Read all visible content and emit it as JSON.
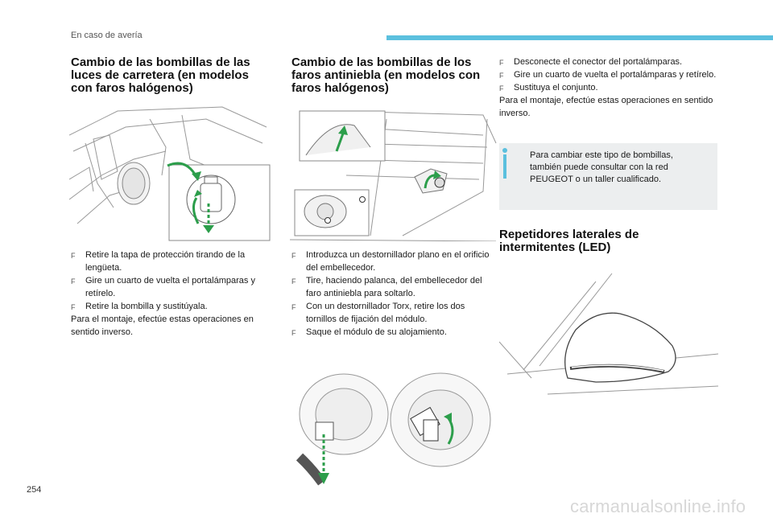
{
  "header": {
    "section": "En caso de avería",
    "accent_color": "#5bc0de"
  },
  "col1": {
    "title": "Cambio de las bombillas de las luces de carretera (en modelos con faros halógenos)",
    "steps": [
      "Retire la tapa de protección tirando de la lengüeta.",
      "Gire un cuarto de vuelta el portalámparas y retírelo.",
      "Retire la bombilla y sustitúyala."
    ],
    "note": "Para el montaje, efectúe estas operaciones en sentido inverso."
  },
  "col2": {
    "title": "Cambio de las bombillas de los faros antiniebla (en modelos con faros halógenos)",
    "steps": [
      "Introduzca un destornillador plano en el orificio del embellecedor.",
      "Tire, haciendo palanca, del embellecedor del faro antiniebla para soltarlo.",
      "Con un destornillador Torx, retire los dos tornillos de fijación del módulo.",
      "Saque el módulo de su alojamiento."
    ]
  },
  "col3": {
    "steps": [
      "Desconecte el conector del portalámparas.",
      "Gire un cuarto de vuelta el portalámparas y retírelo.",
      "Sustituya el conjunto."
    ],
    "note": "Para el montaje, efectúe estas operaciones en sentido inverso.",
    "info": "Para cambiar este tipo de bombillas, también puede consultar con la red PEUGEOT o un taller cualificado.",
    "title2": "Repetidores laterales de intermitentes (LED)"
  },
  "bullet_glyph": "F",
  "footer": {
    "page_number": "254",
    "watermark": "carmanualsonline.info"
  }
}
